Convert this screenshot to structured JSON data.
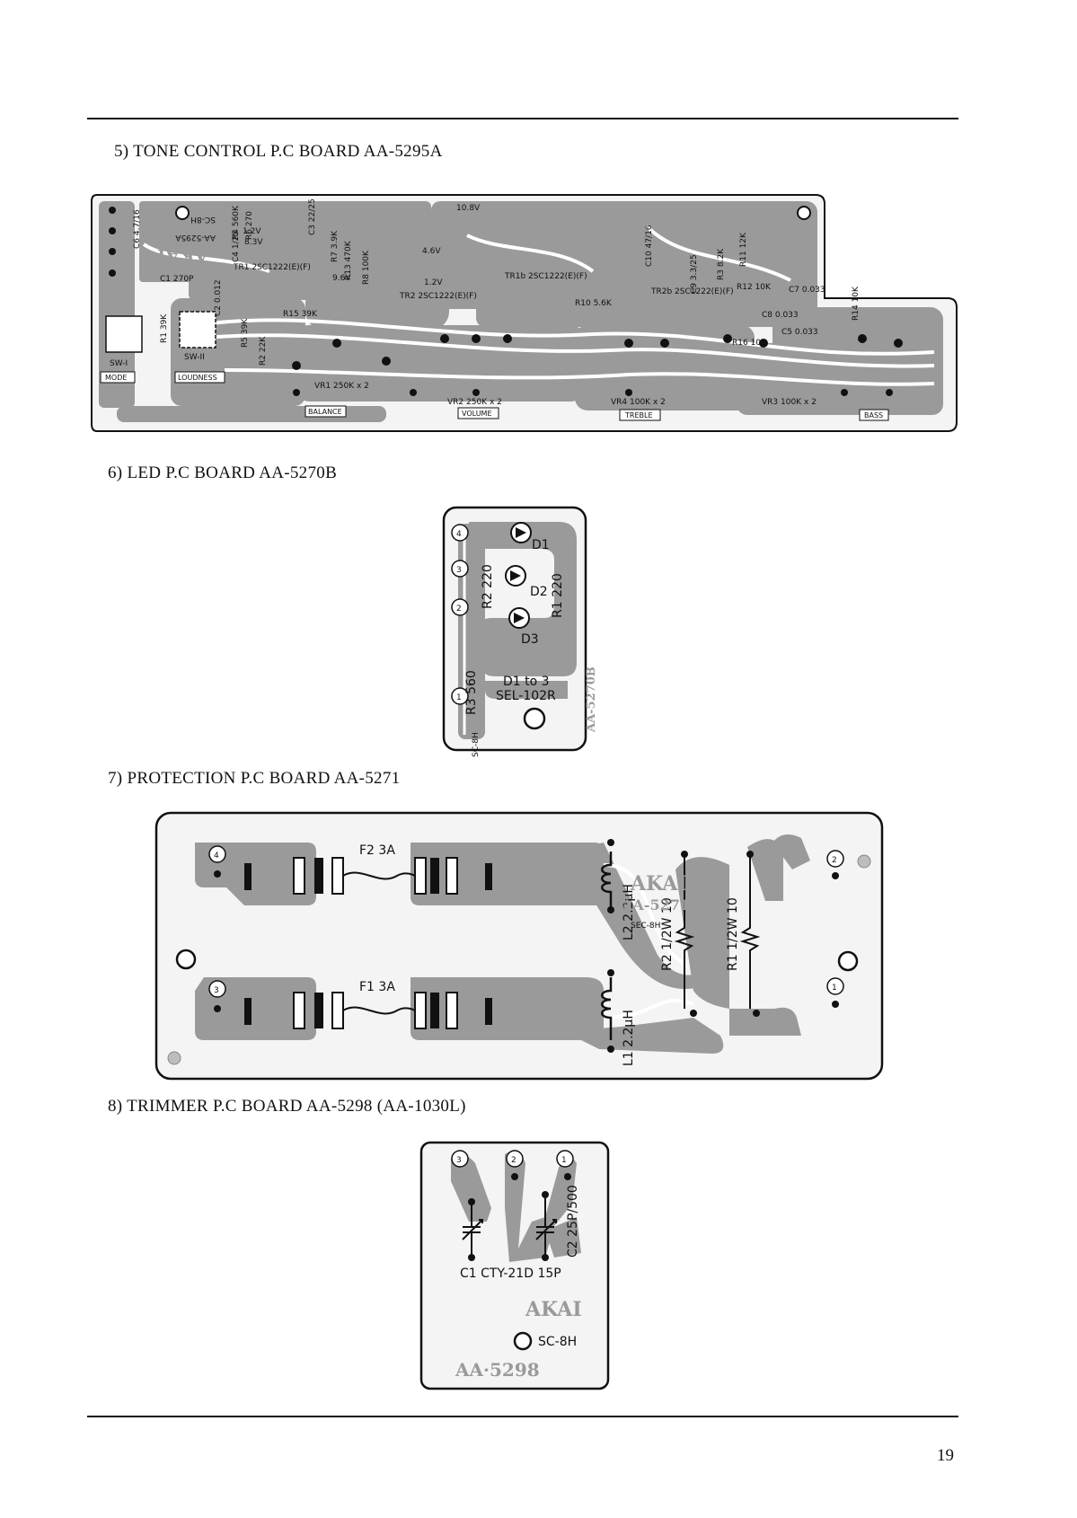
{
  "page": {
    "number": "19"
  },
  "sections": [
    {
      "title": "5) TONE CONTROL P.C BOARD AA-5295A"
    },
    {
      "title": "6) LED P.C BOARD AA-5270B"
    },
    {
      "title": "7) PROTECTION P.C BOARD AA-5271"
    },
    {
      "title": "8) TRIMMER P.C BOARD AA-5298 (AA-1030L)"
    }
  ],
  "tone_board": {
    "logo": "AKAI",
    "board_no": "AA-5295A",
    "series": "SC-8H",
    "transistors": [
      "TR1 2SC1222(E)(F)",
      "TR2 2SC1222(E)(F)",
      "TR1b 2SC1222(E)(F)",
      "TR2b 2SC1222(E)(F)"
    ],
    "parts": [
      "C6 4.7/16",
      "R4 560K",
      "R6 270",
      "C3 22/25",
      "R7 3.9K",
      "R8 100K",
      "C4 1/25",
      "R13 470K",
      "C1 270P",
      "C2 0.012",
      "R15 39K",
      "R1 39K",
      "R5 39K",
      "R2 22K",
      "C5 0.033",
      "R10 5.6K",
      "R12 10K",
      "R16 10K",
      "C8 0.033",
      "C7 0.033",
      "R14 10K",
      "R3 8.2K",
      "C9 3.3/25",
      "R11 12K",
      "C10 47/16"
    ],
    "voltages": [
      "8.3V",
      "1.2V",
      "9.6V",
      "4.6V",
      "1.2V",
      "10.8V"
    ],
    "controls": {
      "sw1": "SW-I",
      "sw2": "SW-II",
      "mode": "MODE",
      "loudness": "LOUDNESS",
      "balance": "BALANCE",
      "volume": "VOLUME",
      "treble": "TREBLE",
      "bass": "BASS",
      "vr1": "VR1 250K x 2",
      "vr2": "VR2 250K x 2",
      "vr4": "VR4 100K x 2",
      "vr3": "VR3 100K x 2"
    }
  },
  "led_board": {
    "r1": "R1 220",
    "r2": "R2 220",
    "r3": "R3 560",
    "d1": "D1",
    "d2": "D2",
    "d3": "D3",
    "note_line1": "D1 to 3",
    "note_line2": "SEL-102R",
    "series": "SC-8H",
    "board_no": "AA-5270B",
    "terminals": [
      "4",
      "3",
      "2",
      "1"
    ]
  },
  "protection_board": {
    "f2": "F2 3A",
    "f1": "F1 3A",
    "l2": "L2 2.2μH",
    "l1": "L1 2.2μH",
    "r2": "R2 1/2W 10",
    "r1": "R1 1/2W 10",
    "logo": "AKAI",
    "board_no": "AA-5271",
    "series": "SEC-8H",
    "terminals": [
      "4",
      "3",
      "2",
      "1"
    ]
  },
  "trimmer_board": {
    "c1": "C1 CTY-21D 15P",
    "c2": "C2 25P/500",
    "logo": "AKAI",
    "series": "SC-8H",
    "board_no": "AA·5298",
    "terminals": [
      "3",
      "2",
      "1"
    ]
  }
}
